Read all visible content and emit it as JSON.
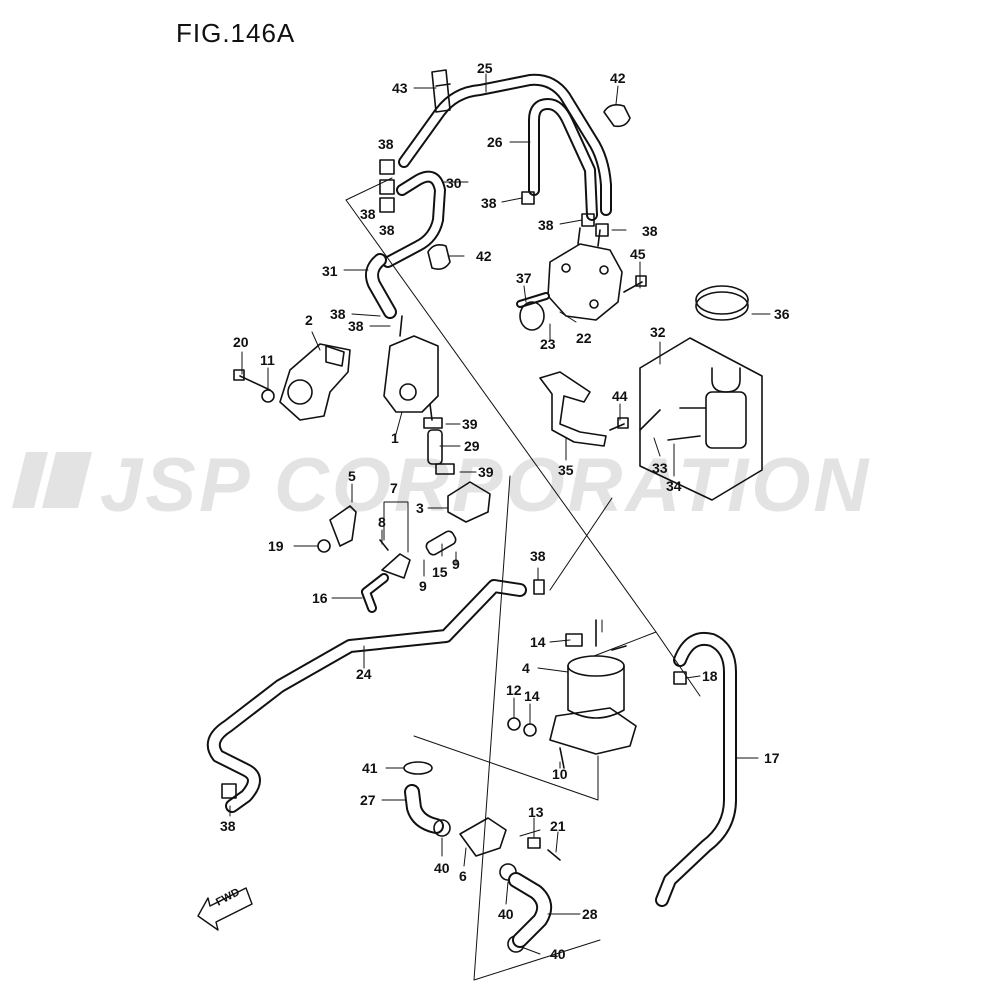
{
  "figure": {
    "title": "FIG.146A",
    "watermark": "JSP CORPORATION",
    "direction_label": "FWD"
  },
  "icons": {
    "logo": "jsp-logo-icon",
    "direction": "fwd-arrow-icon"
  },
  "colors": {
    "line": "#111111",
    "watermark": "#e3e3e3",
    "background": "#ffffff"
  },
  "callouts": [
    {
      "id": "c43",
      "text": "43"
    },
    {
      "id": "c25",
      "text": "25"
    },
    {
      "id": "c42a",
      "text": "42"
    },
    {
      "id": "c26",
      "text": "26"
    },
    {
      "id": "c38a",
      "text": "38"
    },
    {
      "id": "c30",
      "text": "30"
    },
    {
      "id": "c38b",
      "text": "38"
    },
    {
      "id": "c38c",
      "text": "38"
    },
    {
      "id": "c38d",
      "text": "38"
    },
    {
      "id": "c38e",
      "text": "38"
    },
    {
      "id": "c38f",
      "text": "38"
    },
    {
      "id": "c42b",
      "text": "42"
    },
    {
      "id": "c45",
      "text": "45"
    },
    {
      "id": "c31",
      "text": "31"
    },
    {
      "id": "c37",
      "text": "37"
    },
    {
      "id": "c36",
      "text": "36"
    },
    {
      "id": "c38g",
      "text": "38"
    },
    {
      "id": "c38h",
      "text": "38"
    },
    {
      "id": "c2",
      "text": "2"
    },
    {
      "id": "c22",
      "text": "22"
    },
    {
      "id": "c23",
      "text": "23"
    },
    {
      "id": "c32",
      "text": "32"
    },
    {
      "id": "c20",
      "text": "20"
    },
    {
      "id": "c11",
      "text": "11"
    },
    {
      "id": "c44",
      "text": "44"
    },
    {
      "id": "c39a",
      "text": "39"
    },
    {
      "id": "c1",
      "text": "1"
    },
    {
      "id": "c29",
      "text": "29"
    },
    {
      "id": "c35",
      "text": "35"
    },
    {
      "id": "c33",
      "text": "33"
    },
    {
      "id": "c34",
      "text": "34"
    },
    {
      "id": "c39b",
      "text": "39"
    },
    {
      "id": "c5",
      "text": "5"
    },
    {
      "id": "c7",
      "text": "7"
    },
    {
      "id": "c3",
      "text": "3"
    },
    {
      "id": "c8",
      "text": "8"
    },
    {
      "id": "c19",
      "text": "19"
    },
    {
      "id": "c15",
      "text": "15"
    },
    {
      "id": "c9a",
      "text": "9"
    },
    {
      "id": "c9b",
      "text": "9"
    },
    {
      "id": "c38i",
      "text": "38"
    },
    {
      "id": "c16",
      "text": "16"
    },
    {
      "id": "c14a",
      "text": "14"
    },
    {
      "id": "c4",
      "text": "4"
    },
    {
      "id": "c24",
      "text": "24"
    },
    {
      "id": "c18",
      "text": "18"
    },
    {
      "id": "c12",
      "text": "12"
    },
    {
      "id": "c14b",
      "text": "14"
    },
    {
      "id": "c17",
      "text": "17"
    },
    {
      "id": "c10",
      "text": "10"
    },
    {
      "id": "c41",
      "text": "41"
    },
    {
      "id": "c27",
      "text": "27"
    },
    {
      "id": "c38j",
      "text": "38"
    },
    {
      "id": "c13",
      "text": "13"
    },
    {
      "id": "c21",
      "text": "21"
    },
    {
      "id": "c40a",
      "text": "40"
    },
    {
      "id": "c6",
      "text": "6"
    },
    {
      "id": "c40b",
      "text": "40"
    },
    {
      "id": "c28",
      "text": "28"
    },
    {
      "id": "c40c",
      "text": "40"
    }
  ]
}
